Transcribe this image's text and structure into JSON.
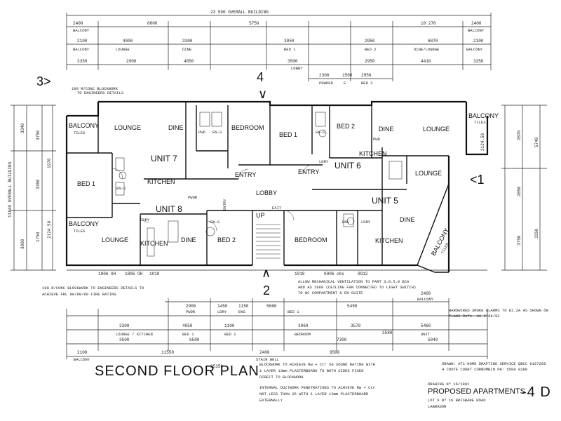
{
  "top_dimensions": {
    "overall": "23 590 OVERALL BUILDING",
    "row1": [
      "2400",
      "8000",
      "5750",
      "10 270",
      "2400"
    ],
    "row1_labels": [
      "BALCONY",
      "BALCONY"
    ],
    "row2": [
      "2100",
      "4000",
      "3300",
      "3050",
      "2950",
      "6870",
      "2100"
    ],
    "row2_labels": [
      "BALCONY",
      "LOUNGE",
      "DINE",
      "BED 1",
      "BED 2",
      "DINE/LOUNGE",
      "BALCONY"
    ],
    "row3": [
      "3350",
      "2900",
      "4050",
      "3500",
      "2950",
      "4410",
      "3350"
    ],
    "row3_labels": [
      "LOBBY"
    ],
    "row4": [
      "2300",
      "1500",
      "2950"
    ],
    "row4_labels": [
      "POWDER",
      "E",
      "BED 2"
    ]
  },
  "bottom_dimensions": {
    "row1": [
      "2900",
      "1450",
      "1150",
      "5660",
      "5490",
      "2400"
    ],
    "row1_labels": [
      "PWDR",
      "LDRY",
      "ENS",
      "BED 1",
      "BALCONY"
    ],
    "row2": [
      "3300",
      "4050",
      "1100",
      "3060",
      "3570",
      "5460"
    ],
    "row3": [
      "3500",
      "6500",
      "3580",
      "7300",
      "5040"
    ],
    "row3_labels": [
      "LOUNGE / KITCHEN",
      "BED 1",
      "BED 2",
      "BEDROOM",
      "UNIT"
    ],
    "row4": [
      "2100",
      "11550",
      "2400",
      "9500"
    ],
    "row4_labels": [
      "BALCONY",
      "STAIR WELL"
    ],
    "overall": "25350",
    "tick_labels": [
      "1806 OH",
      "1806 OH",
      "1018",
      "0906 obs",
      "0912",
      "1018"
    ]
  },
  "side_dimensions": {
    "left": [
      "3340",
      "3750",
      "3350",
      "1970",
      "2124.50",
      "3900",
      "1750"
    ],
    "left_label": "11840 OVERALL BUILDING",
    "right": [
      "2870",
      "5740",
      "2850",
      "2124.50",
      "3750",
      "3350"
    ]
  },
  "units": [
    "UNIT 7",
    "UNIT 6",
    "UNIT 8",
    "UNIT 5"
  ],
  "rooms": {
    "u7_balcony": "BALCONY",
    "u7_balcony_sub": "TILES",
    "u7_lounge": "LOUNGE",
    "u7_dine": "DINE",
    "u7_kitchen": "KITCHEN",
    "u7_bed1": "BED 1",
    "u7_ens": "EN-S",
    "u7_pwd": "PWD",
    "u7_ens2": "EN-S",
    "bedroom_top": "BEDROOM",
    "u6_bed1": "BED 1",
    "u6_ens": "EN-S",
    "u6_bed2": "BED 2",
    "u6_dine": "DINE",
    "u6_lounge": "LOUNGE",
    "u6_balcony": "BALCONY",
    "u6_balcony_sub": "TILES",
    "u6_kitchen": "KITCHEN",
    "u6_pwd": "PWD",
    "u6_ldry": "LDRY",
    "entry_a": "ENTRY",
    "entry_b": "ENTRY",
    "entry_c": "ENTRY",
    "lobby": "LOBBY",
    "up": "UP",
    "exit": "EXIT",
    "u8_balcony": "BALCONY",
    "u8_balcony_sub": "TILES",
    "u8_lounge": "LOUNGE",
    "u8_kitchen": "KITCHEN",
    "u8_dine": "DINE",
    "u8_bed2": "BED 2",
    "u8_ens": "EN-S",
    "u8_ldry": "LDRY",
    "u8_pwd": "PWDR",
    "u5_bedroom": "BEDROOM",
    "u5_kitchen": "KITCHEN",
    "u5_dine": "DINE",
    "u5_lounge": "LOUNGE",
    "u5_balcony": "BALCONY",
    "u5_balcony_sub": "TILES",
    "u5_ens": "ENS",
    "u5_ldry": "LDRY"
  },
  "section_markers": {
    "m1": "<1",
    "m2": "2",
    "m3": "3>",
    "m4": "4"
  },
  "notes": {
    "fire_line1": "190 R/CONC BLOCKWORK TO ENGINEERS DETAILS TO",
    "fire_line2": "ACHIEVE FRL 90/90/90 FIRE RATING",
    "vent_line1": "ALLOW MECHANICAL VENTILATION TO PART 3.8.5.0 BCA",
    "vent_line2": "AND AS 1668 (CEILING FAN CONNECTED TO LIGHT SWITCH)",
    "vent_line3": "TO WC COMPARTMENT & EN-SUITE",
    "smoke_line1": "HARDWIRED SMOKE ALARMS TO E2.2A AS SHOWN ON",
    "smoke_line2": "PLANS  Refs. AS 3786/93",
    "block_line1": "BLOCKWORK TO ACHIEVE Rw + Ctr 50 SOUND RATING WITH",
    "block_line2": "1 LAYER 13mm PLASTERBOARD TO BOTH SIDES FIXED",
    "block_line3": "DIRECT TO BLOCKWORK",
    "duct_line1": "INTERNAL DUCTWORK PENETRATIONS TO ACHIEVE Rw + Ctr",
    "duct_line2": "NOT LESS THAN 25 WITH 1 LAYER 13mm PLASTERBOARD",
    "duct_line3": "EXTERNALLY",
    "drawn_line1": "DRAWN:  AT1-HOME DRAFTING SERVICE QBCC 0167285",
    "drawn_line2": "4 COOTE COURT CURRUMBIN  PH: 5500 0280",
    "top_left_note1": "190 R/CONC BLOCKWORK",
    "top_left_note2": "TO ENGINEERS DETAILS"
  },
  "title": "SECOND FLOOR PLAN",
  "title_block": {
    "drawing_no": "DRAWING Nº 16/1891",
    "project": "PROPOSED APARTMENTS",
    "sheet": "-4 D",
    "lot": "LOT 6 Nº 16 BRISBANE ROAD",
    "suburb": "LABRADOR"
  }
}
